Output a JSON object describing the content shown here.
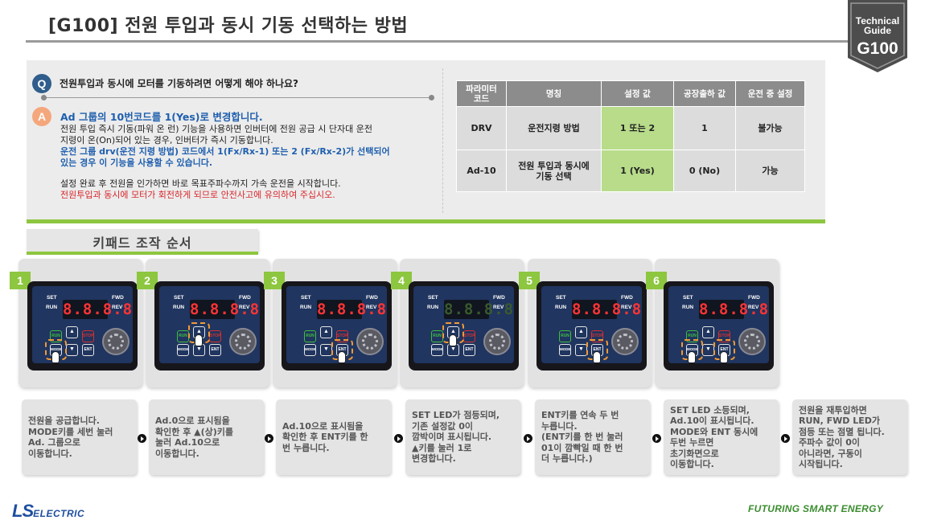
{
  "header": {
    "title": "[G100] 전원 투입과 동시 기동 선택하는 방법"
  },
  "badge": {
    "line1": "Technical",
    "line2": "Guide",
    "code": "G100"
  },
  "qa": {
    "q_mark": "Q",
    "question": "전원투입과 동시에 모터를 기동하려면 어떻게 해야 하나요?",
    "a_mark": "A",
    "answer_title": "Ad 그룹의 10번코드를 1(Yes)로 변경합니다.",
    "answer_line1": "전원 투입 즉시 기동(파워 온 런) 기능을 사용하면 인버터에 전원 공급 시 단자대 운전",
    "answer_line2": "지령이 온(On)되어 있는 경우, 인버터가 즉시 기동합니다.",
    "answer_blue1": "운전 그룹 drv(운전 지령 방법) 코드에서 1(Fx/Rx-1) 또는 2 (Fx/Rx-2)가 선택되어",
    "answer_blue2": "있는 경우 이 기능을 사용할 수 있습니다.",
    "answer_line3": "설정 완료 후 전원을 인가하면 바로 목표주파수까지 가속 운전을 시작합니다.",
    "answer_warning": "전원투입과 동시에 모터가 회전하게 되므로 안전사고에 유의하여 주십시오."
  },
  "param_table": {
    "headers": [
      "파라미터\n코드",
      "명칭",
      "설정 값",
      "공장출하 값",
      "운전 중 설정"
    ],
    "rows": [
      [
        "DRV",
        "운전지령 방법",
        "1 또는 2",
        "1",
        "불가능"
      ],
      [
        "Ad-10",
        "전원 투입과 동시에\n기동 선택",
        "1 (Yes)",
        "0 (No)",
        "가능"
      ]
    ]
  },
  "keypad_section": {
    "title": "키패드 조작 순서"
  },
  "keypad_labels": {
    "set": "SET",
    "run": "RUN",
    "fwd": "FWD",
    "rev": "REV"
  },
  "steps": [
    {
      "num": "1",
      "display": "8.8.8.8",
      "desc": "전원을 공급합니다.\nMODE키를 세번 눌러\nAd. 그룹으로\n이동합니다."
    },
    {
      "num": "2",
      "display": "8.8.8.8",
      "desc": "Ad.0으로 표시됨을\n확인한 후 ▲(상)키를\n눌러 Ad.10으로\n이동합니다."
    },
    {
      "num": "3",
      "display": "8.8.8.8",
      "desc": "Ad.10으로 표시됨을\n확인한 후 ENT키를 한\n번 누릅니다."
    },
    {
      "num": "4",
      "display": "8.8.8.8",
      "desc": "SET LED가 점등되며,\n기존 설정값 0이\n깜박이며 표시됩니다.\n▲키를 눌러 1로\n변경합니다."
    },
    {
      "num": "5",
      "display": "8.8.8.8",
      "desc": "ENT키를 연속 두 번\n누릅니다.\n(ENT키를 한 번 눌러\n01이 깜빡일 때 한 번\n더 누릅니다.)"
    },
    {
      "num": "6",
      "display": "8.8.8.8",
      "desc": "SET LED 소등되며,\nAd.10이 표시됩니다.\nMODE와 ENT 동시에\n두번 누르면\n초기화면으로\n이동합니다."
    }
  ],
  "final_step": {
    "desc": "전원을 재투입하면\nRUN, FWD LED가\n점등 또는 점멸 됩니다.\n주파수 값이 0이\n아니라면, 구동이\n시작됩니다."
  },
  "footer": {
    "logo_ls": "LS",
    "logo_electric": "ELECTRIC",
    "slogan": "FUTURING SMART ENERGY"
  },
  "colors": {
    "accent_green": "#8dc63f",
    "brand_blue": "#1d4e9e",
    "answer_blue": "#1f5fae",
    "warning_red": "#d8262b",
    "header_gray": "#8c8c8c"
  }
}
